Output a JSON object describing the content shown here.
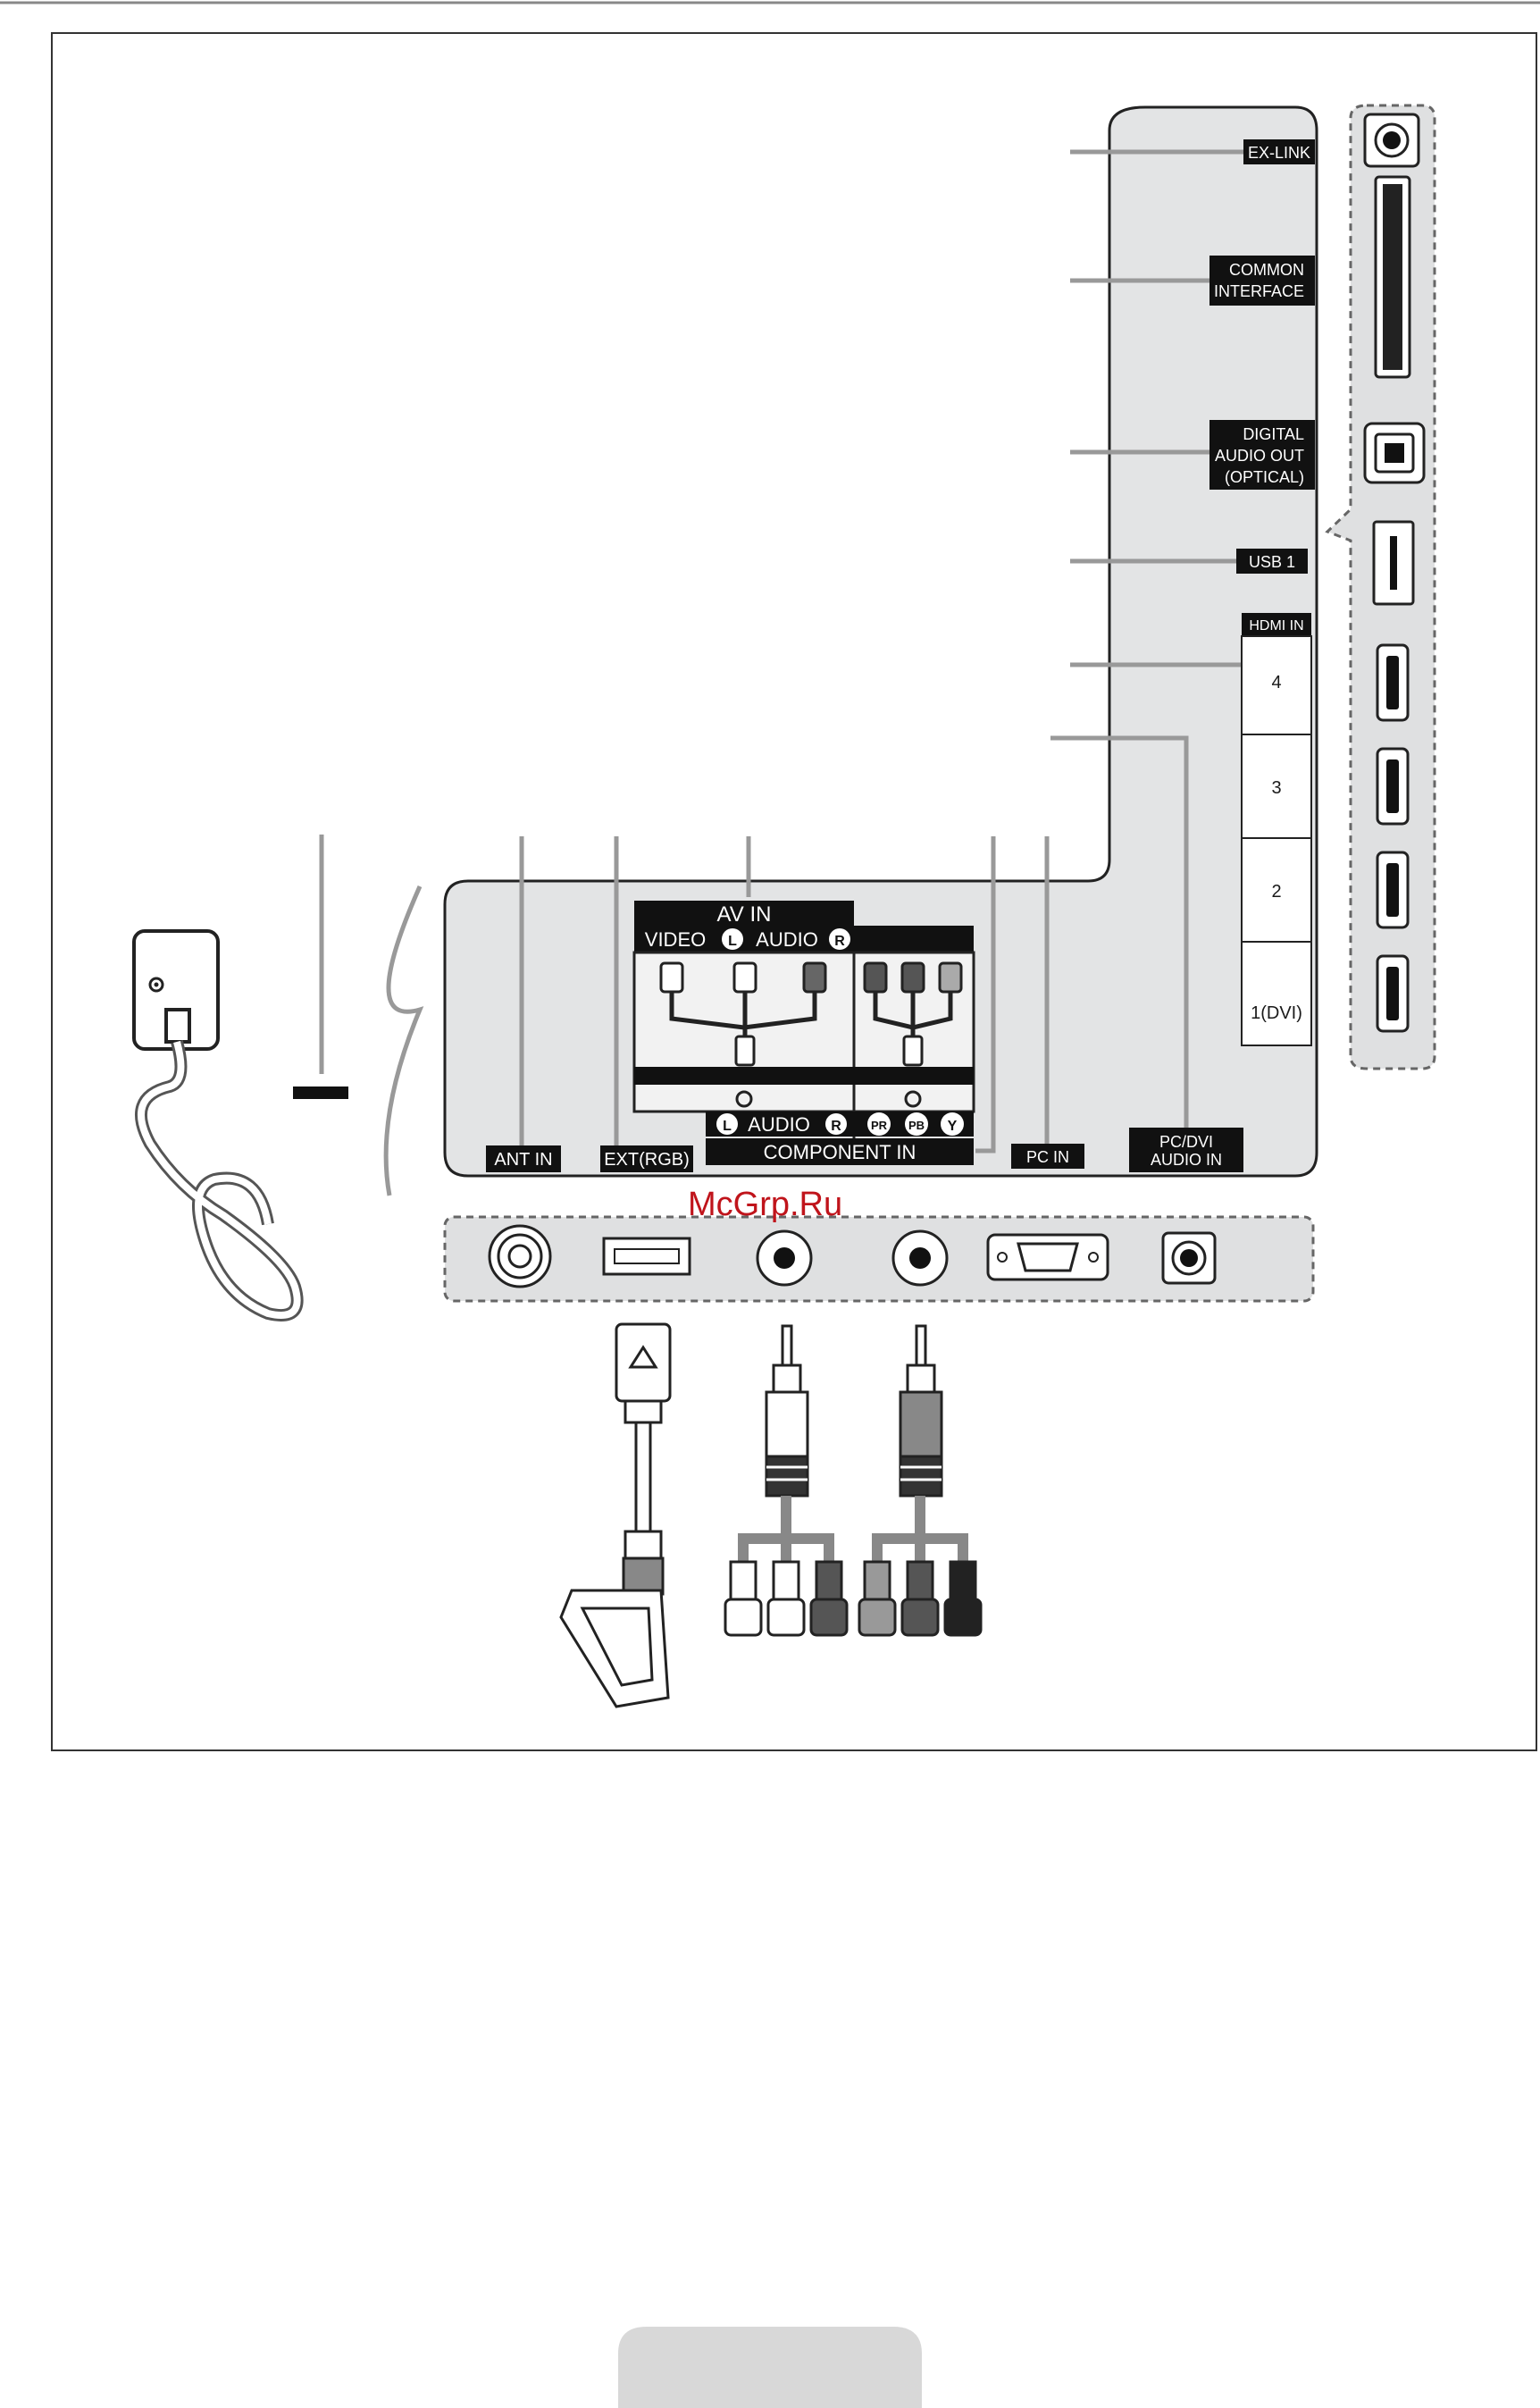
{
  "side_panel": {
    "ex_link": "EX-LINK",
    "common_interface": [
      "COMMON",
      "INTERFACE"
    ],
    "digital_audio_out": [
      "DIGITAL",
      "AUDIO OUT",
      "(OPTICAL)"
    ],
    "usb": "USB 1",
    "hdmi_in": "HDMI IN",
    "hdmi_ports": [
      "4",
      "3",
      "2",
      "1(DVI)"
    ]
  },
  "bottom_panel": {
    "ant_in": "ANT IN",
    "ext_rgb": "EXT(RGB)",
    "av_in": "AV IN",
    "video": "VIDEO",
    "audio": "AUDIO",
    "left": "L",
    "right": "R",
    "component_in": "COMPONENT IN",
    "pr": "PR",
    "pb": "PB",
    "y": "Y",
    "pc_in": "PC IN",
    "pc_dvi_audio_in": [
      "PC/DVI",
      "AUDIO IN"
    ]
  },
  "watermark": "McGrp.Ru"
}
